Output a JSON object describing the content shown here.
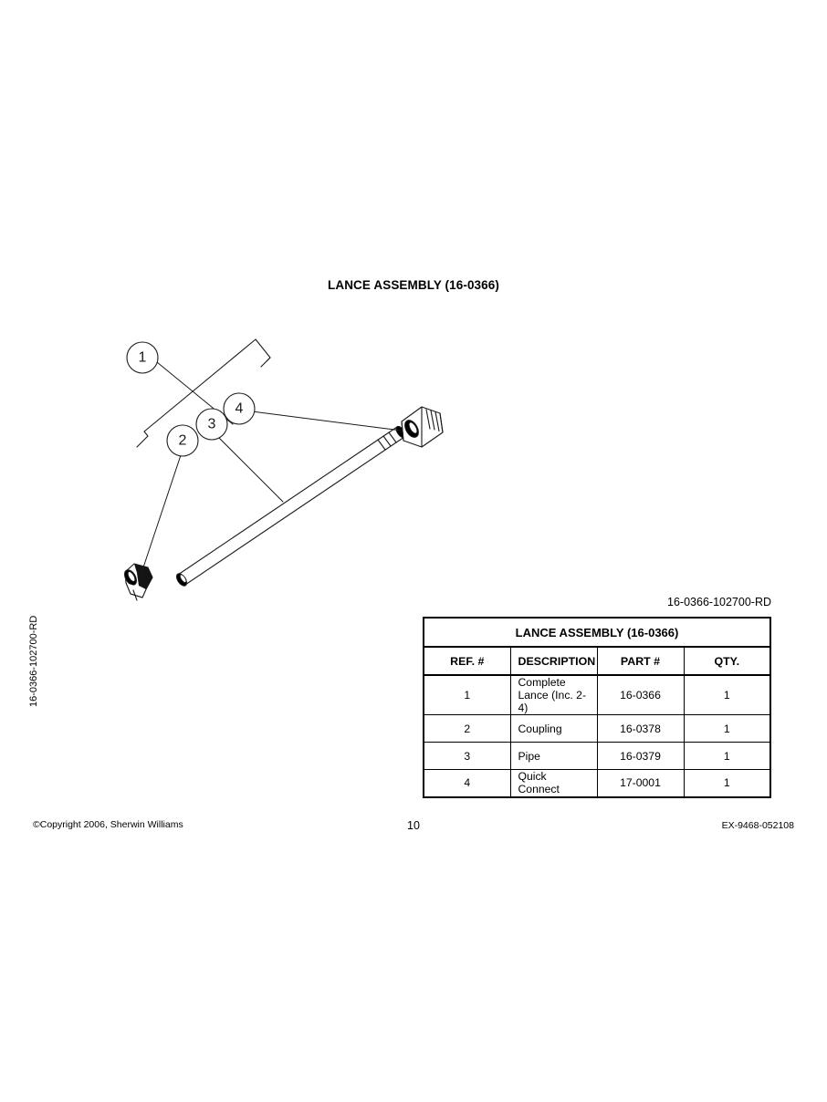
{
  "document": {
    "diagram_title": "LANCE ASSEMBLY (16-0366)",
    "drawing_number": "16-0366-102700-RD",
    "side_label": "16-0366-102700-RD"
  },
  "illustration": {
    "callouts": [
      {
        "number": "1",
        "target": "complete-lance-assembly"
      },
      {
        "number": "2",
        "target": "coupling"
      },
      {
        "number": "3",
        "target": "pipe"
      },
      {
        "number": "4",
        "target": "quick-connect"
      }
    ]
  },
  "parts_table": {
    "caption": "LANCE ASSEMBLY (16-0366)",
    "columns": [
      "REF. #",
      "DESCRIPTION",
      "PART #",
      "QTY."
    ],
    "rows": [
      {
        "ref": "1",
        "description": "Complete Lance (Inc. 2-4)",
        "part": "16-0366",
        "qty": "1"
      },
      {
        "ref": "2",
        "description": "Coupling",
        "part": "16-0378",
        "qty": "1"
      },
      {
        "ref": "3",
        "description": "Pipe",
        "part": "16-0379",
        "qty": "1"
      },
      {
        "ref": "4",
        "description": "Quick Connect",
        "part": "17-0001",
        "qty": "1"
      }
    ]
  },
  "footer": {
    "copyright": "©Copyright 2006, Sherwin Williams",
    "page_number": "10",
    "doc_code": "EX-9468-052108"
  }
}
